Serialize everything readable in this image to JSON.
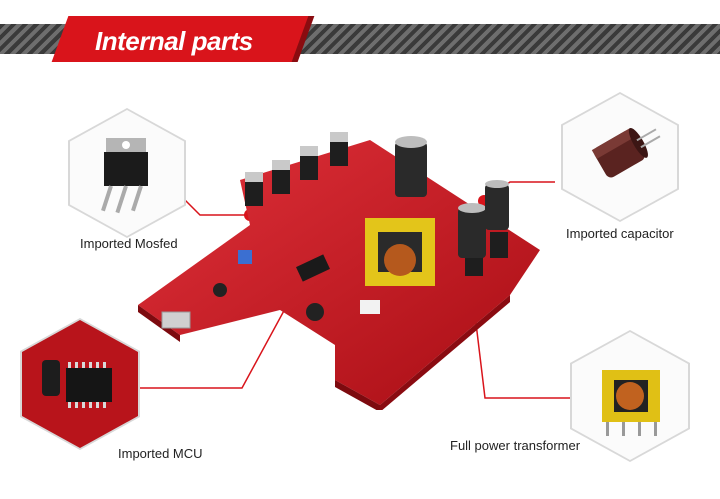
{
  "header": {
    "title": "Internal parts"
  },
  "labels": {
    "mosfet": "Imported Mosfed",
    "capacitor": "Imported capacitor",
    "mcu": "Imported MCU",
    "transformer": "Full power transformer"
  },
  "colors": {
    "accent": "#d9141b",
    "pcb": "#c8121a",
    "stripe_dark": "#3a3a3a"
  },
  "icons": [
    "mosfet-icon",
    "capacitor-icon",
    "mcu-chip-icon",
    "transformer-icon",
    "pcb-board-image"
  ]
}
